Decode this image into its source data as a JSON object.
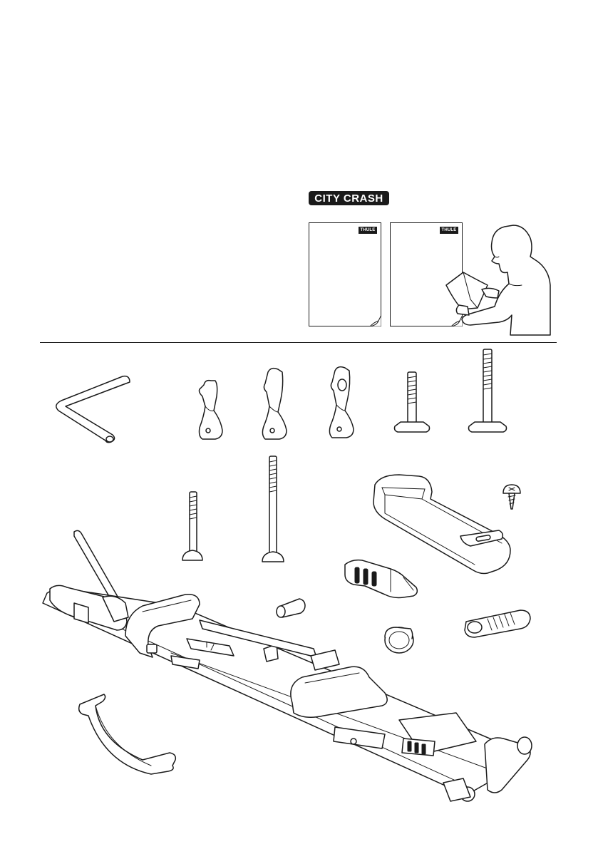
{
  "badge": {
    "label": "CITY CRASH"
  },
  "manuals": [
    {
      "logo": "THULE"
    },
    {
      "logo": "THULE"
    }
  ],
  "icons": {
    "reader": "person-reading-manual-icon",
    "hex_key": "hex-key-icon",
    "screw": "screw-icon",
    "bike_carrier": "bike-carrier-icon"
  }
}
